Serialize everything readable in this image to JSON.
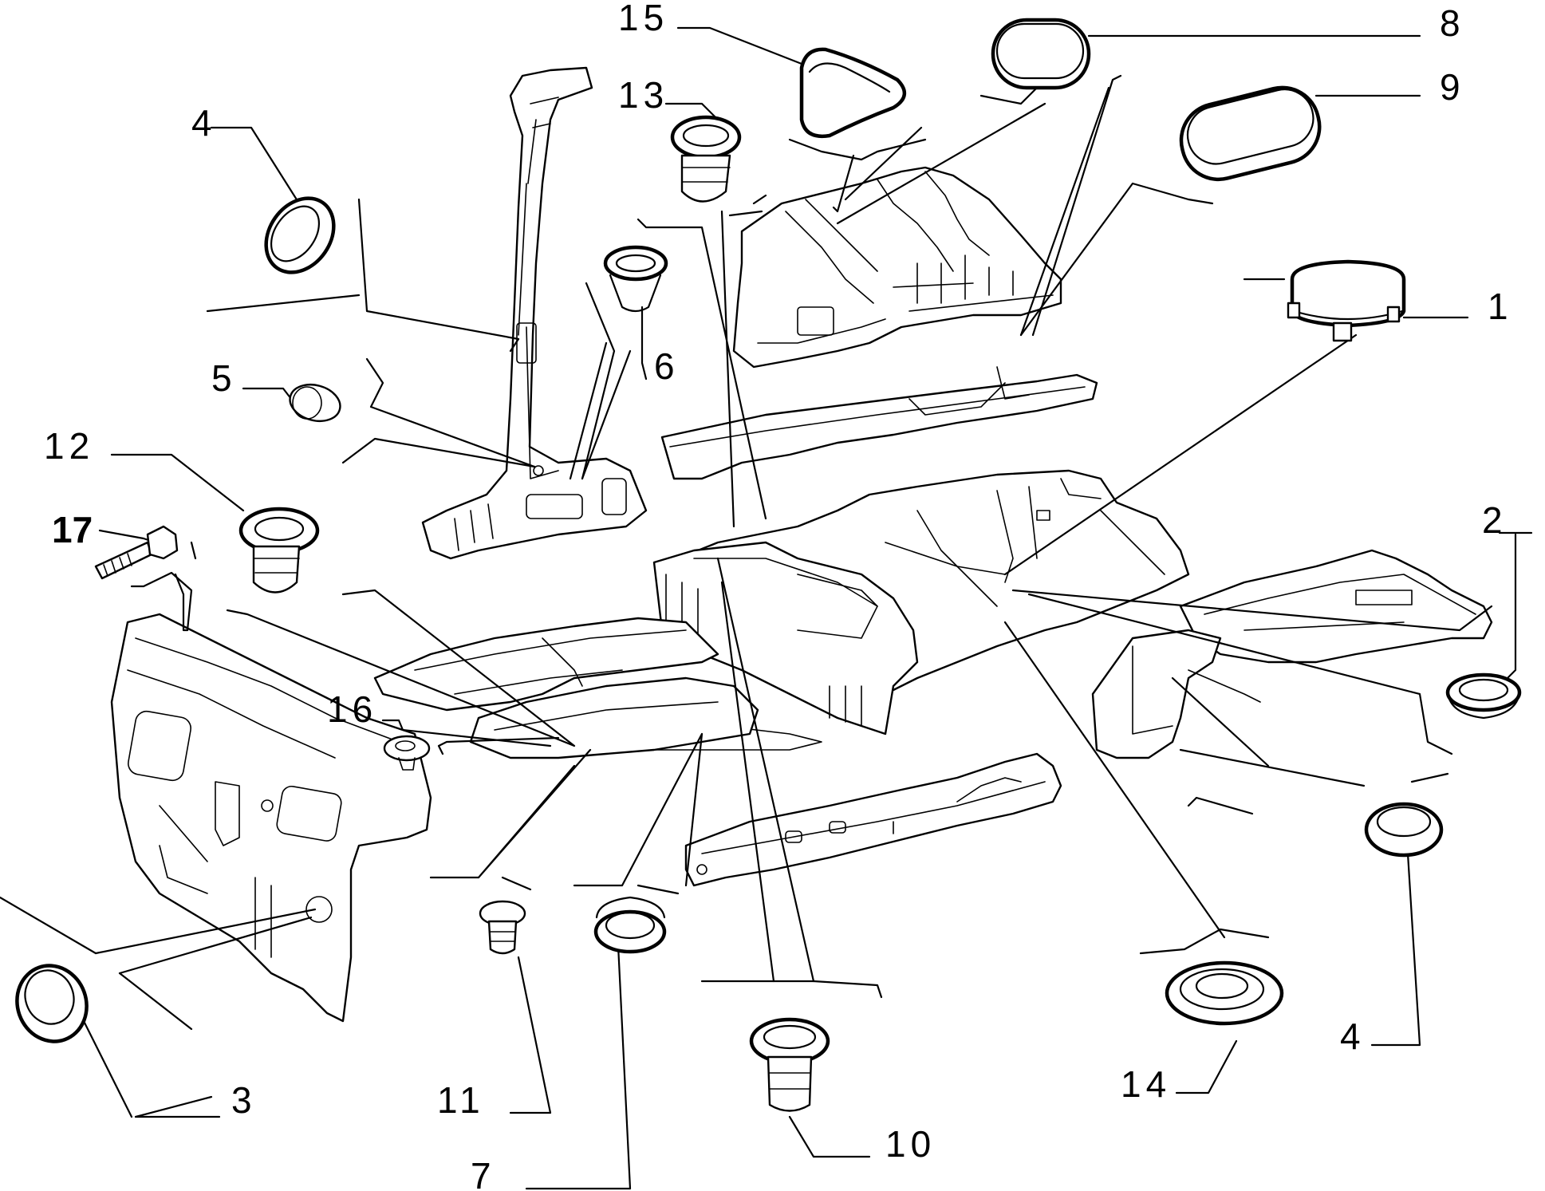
{
  "diagram": {
    "callouts": [
      {
        "id": "c1",
        "label": "1"
      },
      {
        "id": "c2",
        "label": "2"
      },
      {
        "id": "c3",
        "label": "3"
      },
      {
        "id": "c4a",
        "label": "4"
      },
      {
        "id": "c4b",
        "label": "4"
      },
      {
        "id": "c5",
        "label": "5"
      },
      {
        "id": "c6",
        "label": "6"
      },
      {
        "id": "c7",
        "label": "7"
      },
      {
        "id": "c8",
        "label": "8"
      },
      {
        "id": "c9",
        "label": "9"
      },
      {
        "id": "c10",
        "label": "10"
      },
      {
        "id": "c11",
        "label": "11"
      },
      {
        "id": "c12",
        "label": "12"
      },
      {
        "id": "c13",
        "label": "13"
      },
      {
        "id": "c14",
        "label": "14"
      },
      {
        "id": "c15",
        "label": "15"
      },
      {
        "id": "c16",
        "label": "16"
      },
      {
        "id": "c17",
        "label": "17"
      }
    ],
    "colors": {
      "ink": "#000000",
      "paper": "#ffffff"
    }
  }
}
